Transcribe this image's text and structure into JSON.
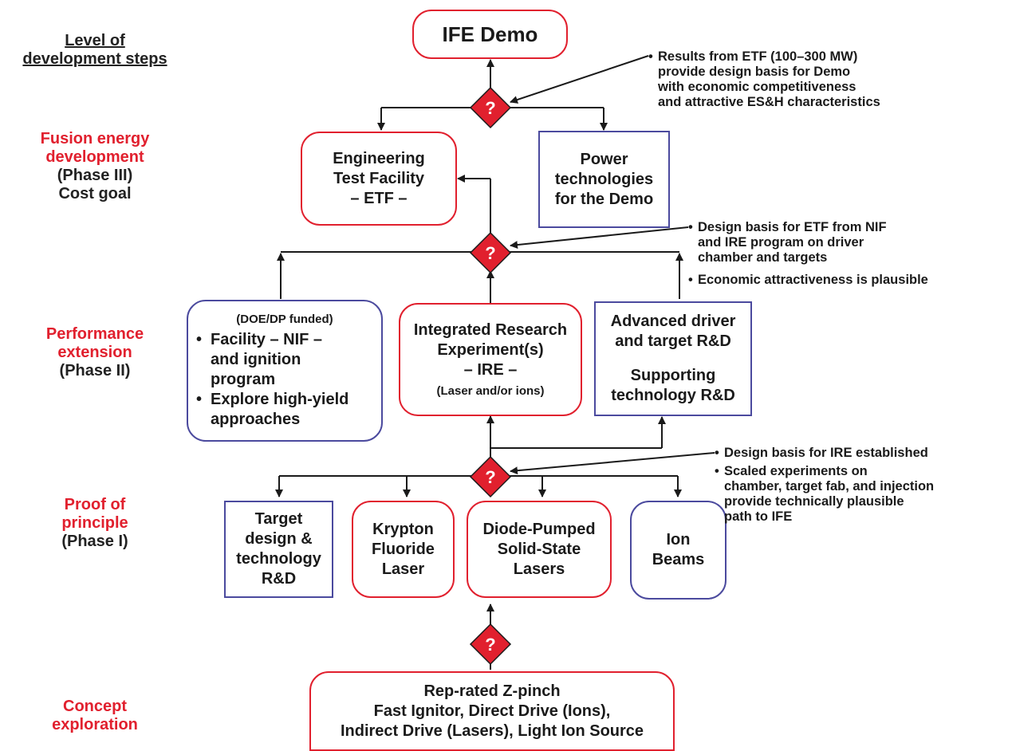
{
  "levels": {
    "header": [
      "Level of",
      "development steps"
    ],
    "phase3": {
      "red": [
        "Fusion energy",
        "development"
      ],
      "dark": [
        "(Phase III)",
        "Cost goal"
      ]
    },
    "phase2": {
      "red": [
        "Performance",
        "extension"
      ],
      "dark": [
        "(Phase II)"
      ]
    },
    "phase1": {
      "red": [
        "Proof of",
        "principle"
      ],
      "dark": [
        "(Phase I)"
      ]
    },
    "concept": {
      "red": [
        "Concept",
        "exploration"
      ]
    }
  },
  "boxes": {
    "demo": "IFE Demo",
    "etf": [
      "Engineering",
      "Test Facility",
      "– ETF –"
    ],
    "power": [
      "Power",
      "technologies",
      "for the Demo"
    ],
    "nif": {
      "header": "(DOE/DP funded)",
      "items": [
        [
          "Facility – NIF –",
          "and ignition",
          "program"
        ],
        [
          "Explore high-yield",
          "approaches"
        ]
      ]
    },
    "ire": {
      "lines": [
        "Integrated Research",
        "Experiment(s)",
        "– IRE –"
      ],
      "sub": "(Laser and/or ions)"
    },
    "advanced": [
      "Advanced driver",
      "and target R&D",
      "",
      "Supporting",
      "technology R&D"
    ],
    "target": [
      "Target",
      "design &",
      "technology",
      "R&D"
    ],
    "krypton": [
      "Krypton",
      "Fluoride",
      "Laser"
    ],
    "diode": [
      "Diode-Pumped",
      "Solid-State",
      "Lasers"
    ],
    "ion": [
      "Ion",
      "Beams"
    ],
    "concept": [
      "Rep-rated Z-pinch",
      "Fast Ignitor, Direct Drive (Ions),",
      "Indirect Drive (Lasers), Light Ion Source"
    ]
  },
  "notes": {
    "demo": [
      [
        "Results from ETF (100–300 MW)",
        "provide design basis for Demo",
        "with economic competitiveness",
        "and attractive ES&H characteristics"
      ]
    ],
    "etf": [
      [
        "Design basis for ETF from NIF",
        "and IRE program on driver",
        "chamber and targets"
      ],
      [
        "Economic attractiveness is plausible"
      ]
    ],
    "ire": [
      [
        "Design basis for IRE established"
      ],
      [
        "Scaled experiments on",
        "chamber, target fab, and injection",
        "provide technically plausible",
        "path to IFE"
      ]
    ]
  },
  "decision_symbol": "?",
  "bullet": "•",
  "colors": {
    "red": "#e1202e",
    "blue": "#4b4a9e",
    "dark": "#1a1a1a"
  }
}
